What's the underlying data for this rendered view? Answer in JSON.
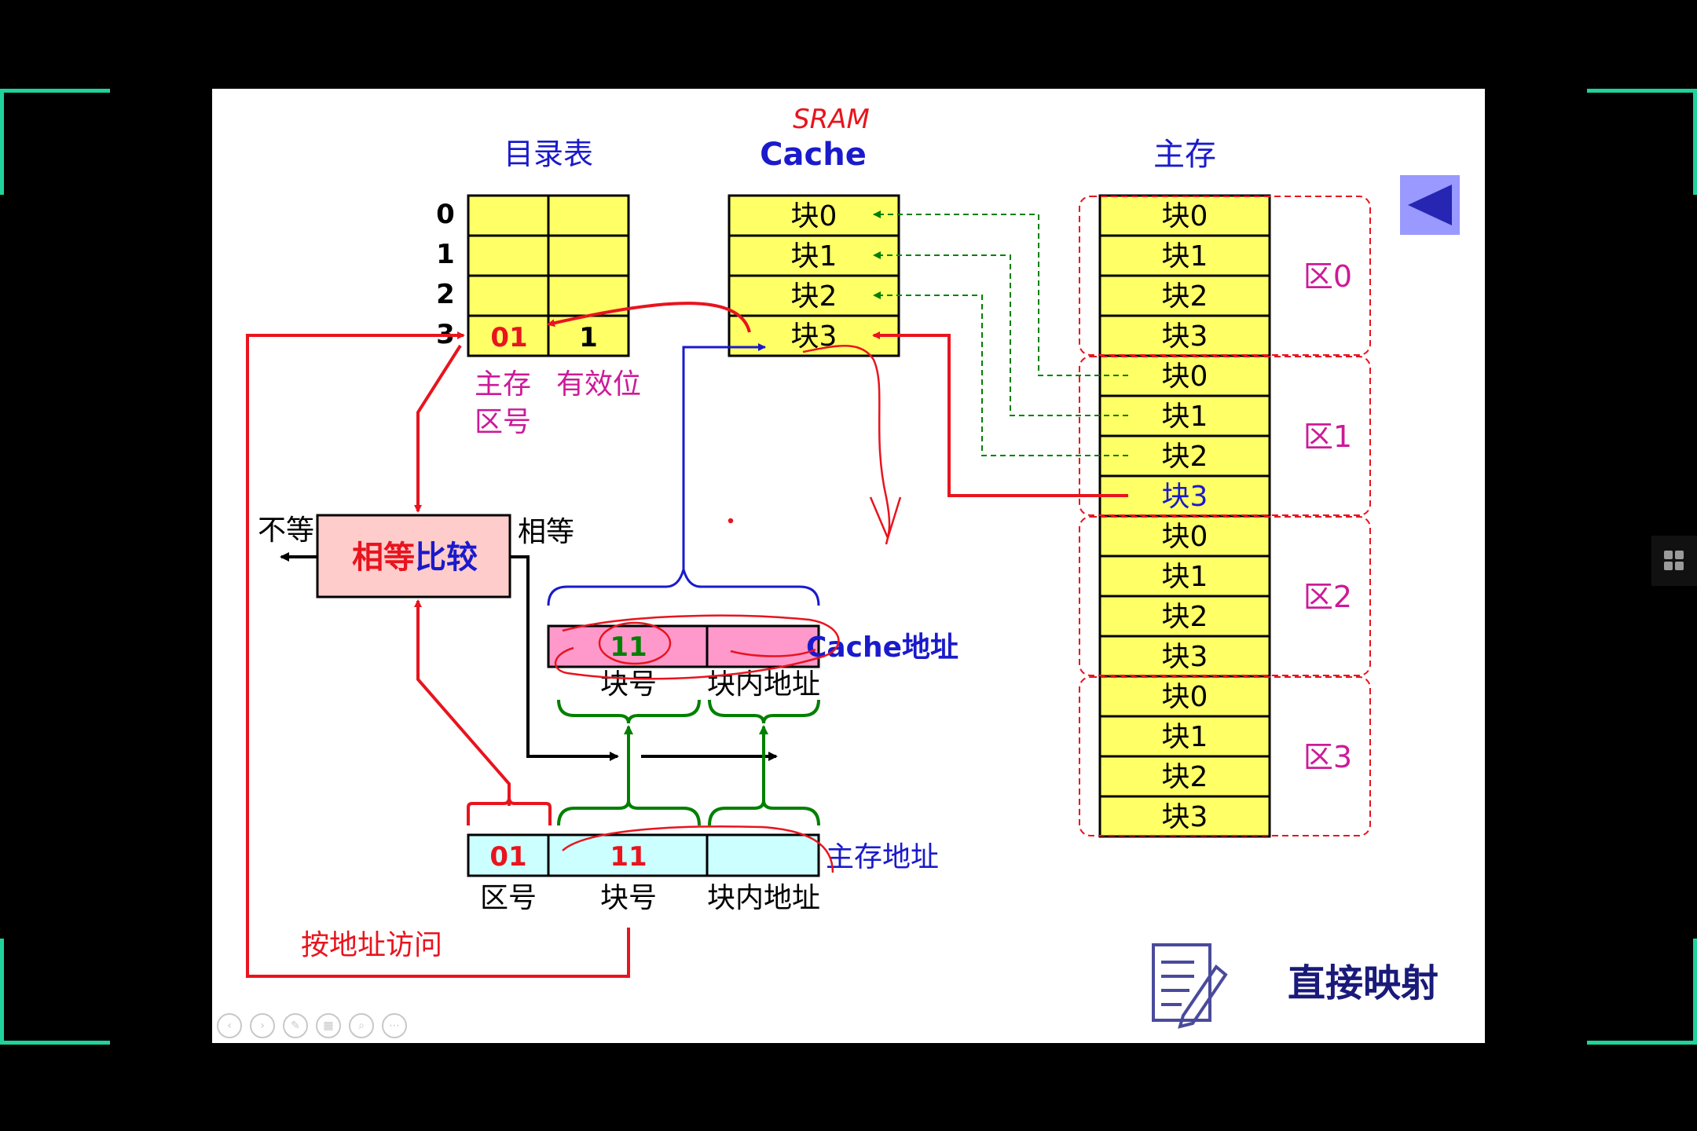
{
  "directory": {
    "title": "目录表",
    "row_labels": [
      "0",
      "1",
      "2",
      "3"
    ],
    "row3_zone": "01",
    "row3_valid": "1",
    "label_zone_line1": "主存",
    "label_zone_line2": "区号",
    "label_valid": "有效位"
  },
  "cache": {
    "annotation": "SRAM",
    "title": "Cache",
    "blocks": [
      "块0",
      "块1",
      "块2",
      "块3"
    ],
    "address_label": "Cache地址",
    "addr_block_value": "11",
    "addr_block_label": "块号",
    "addr_offset_label": "块内地址"
  },
  "main_memory": {
    "title": "主存",
    "zones": [
      {
        "label": "区0",
        "blocks": [
          "块0",
          "块1",
          "块2",
          "块3"
        ]
      },
      {
        "label": "区1",
        "blocks": [
          "块0",
          "块1",
          "块2",
          "块3"
        ]
      },
      {
        "label": "区2",
        "blocks": [
          "块0",
          "块1",
          "块2",
          "块3"
        ]
      },
      {
        "label": "区3",
        "blocks": [
          "块0",
          "块1",
          "块2",
          "块3"
        ]
      }
    ],
    "address_label": "主存地址",
    "addr_zone_value": "01",
    "addr_block_value": "11",
    "addr_zone_label": "区号",
    "addr_block_label": "块号",
    "addr_offset_label": "块内地址"
  },
  "compare": {
    "box_label_part1": "相等",
    "box_label_part2": "比较",
    "not_equal": "不等",
    "equal": "相等"
  },
  "access_label": "按地址访问",
  "footer_title": "直接映射",
  "colors": {
    "yellow": "#ffff66",
    "pink": "#ff99cc",
    "light_cyan": "#ccffff",
    "red": "#e8141e",
    "blue": "#1a1acc",
    "green": "#008000",
    "magenta": "#cc1a99",
    "accent_corner": "#1fd39a"
  }
}
